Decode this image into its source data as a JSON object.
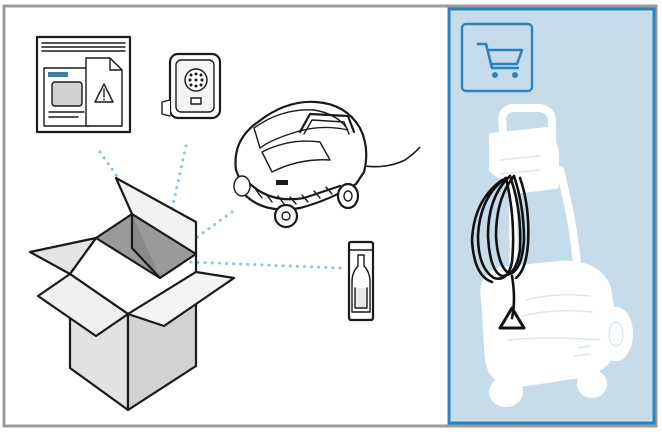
{
  "colors": {
    "outer_frame": "#9b9b9b",
    "panel_fill": "#c6dcea",
    "panel_border": "#2a83bf",
    "cart_border": "#2a83bf",
    "dots": "#8ec3dc",
    "cable": "#111111"
  },
  "icons": {
    "cart": "shopping-cart-icon",
    "box": "open-box-icon",
    "manual": "manual-document-icon",
    "power_supply": "power-supply-icon",
    "robot": "pool-robot-icon",
    "tool": "tool-vial-icon"
  },
  "left_panel": {
    "items": [
      "manual",
      "power_supply",
      "robot",
      "tool"
    ]
  },
  "right_panel": {
    "items": [
      "cart",
      "trolley"
    ]
  }
}
